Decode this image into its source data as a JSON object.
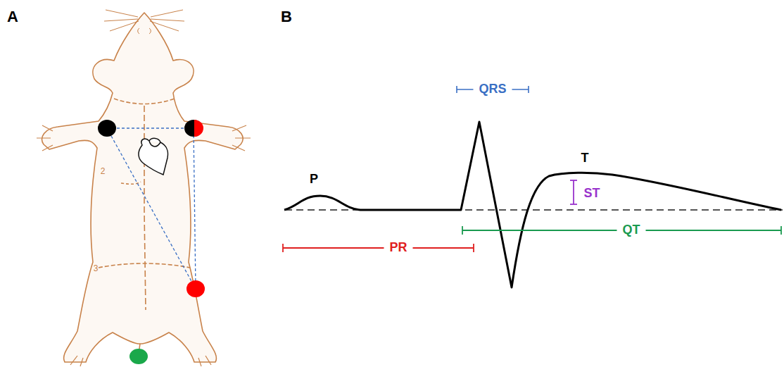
{
  "diagram": {
    "labels": [
      "A",
      "B",
      "2",
      "3",
      "P",
      "QRS",
      "T",
      "ST",
      "PR",
      "QT"
    ]
  }
}
